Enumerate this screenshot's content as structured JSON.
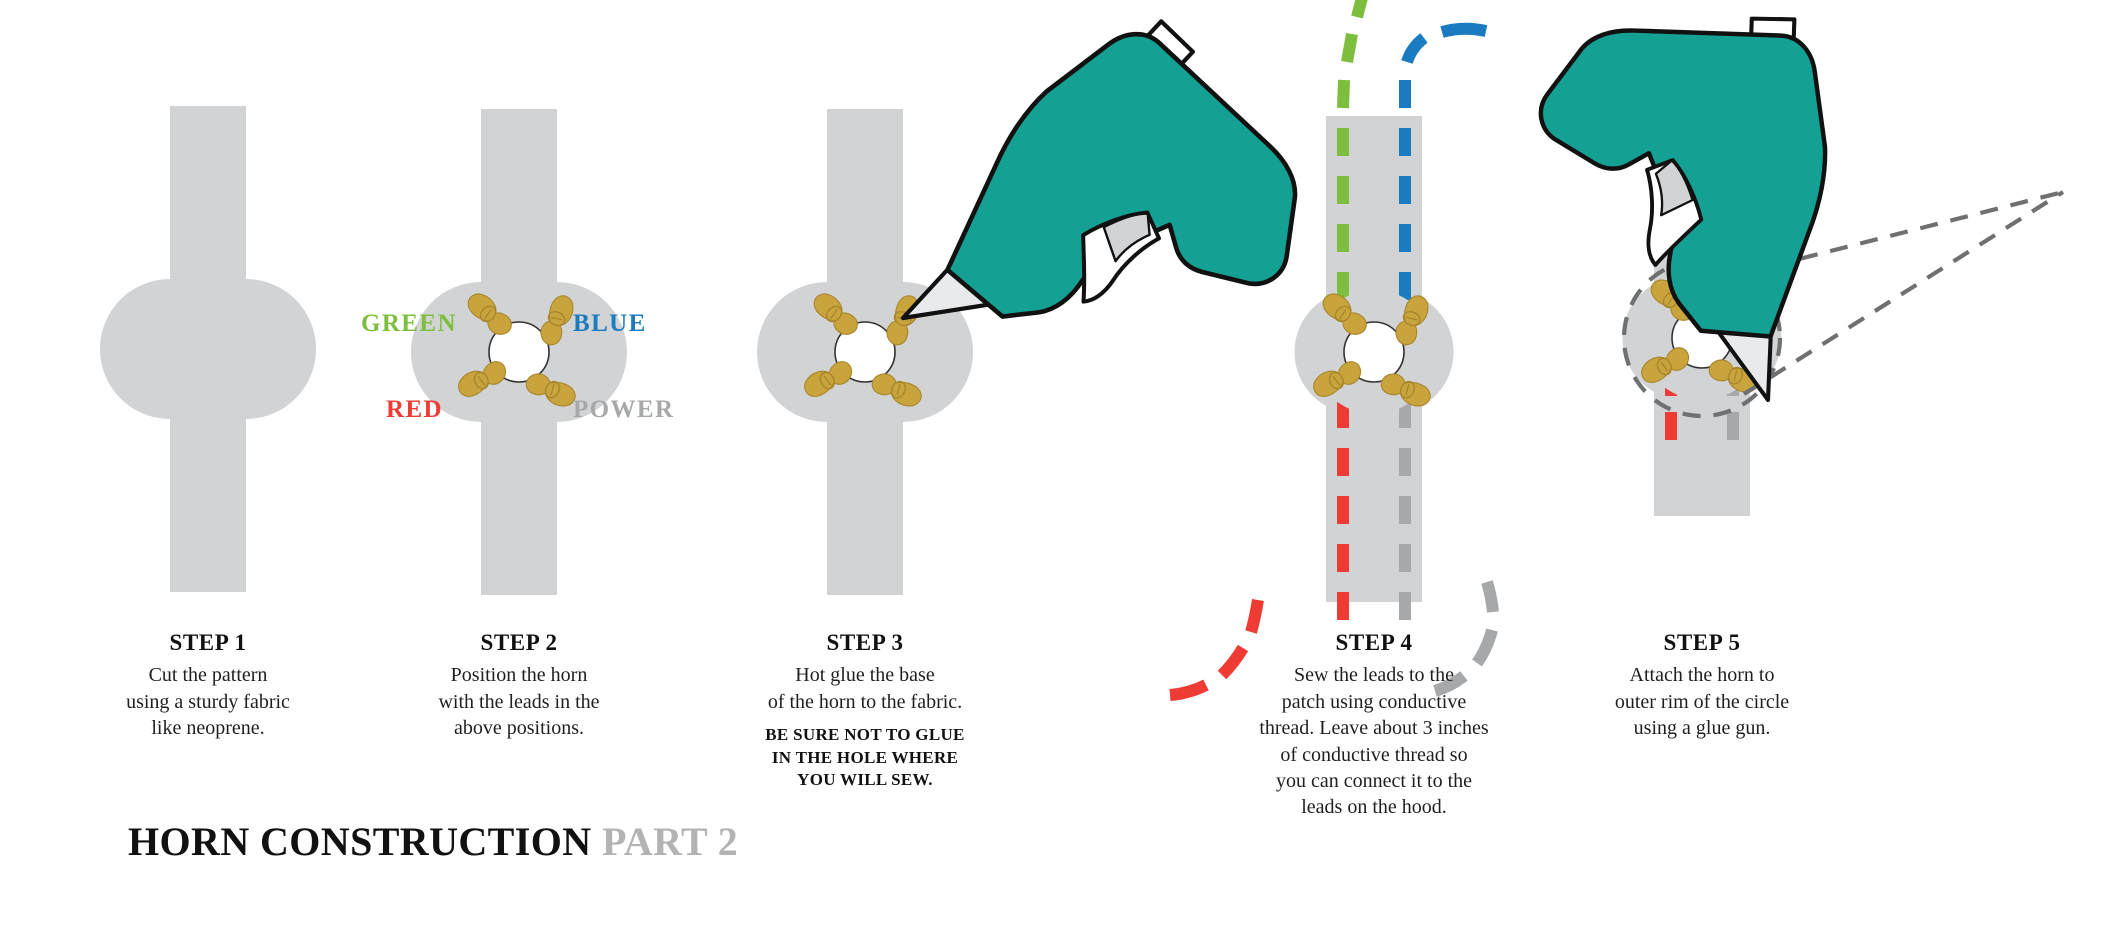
{
  "title": {
    "primary": "HORN CONSTRUCTION",
    "secondary": "PART 2"
  },
  "colors": {
    "fabric_gray": "#d2d3d4",
    "glue_gun_teal": "#14a193",
    "nozzle_gray": "#e8eaec",
    "pad_gold": "#c9a43c",
    "thread_green": "#7dbe3e",
    "thread_blue": "#1a7bc0",
    "thread_red": "#ee3b33",
    "thread_gray": "#a6a8aa",
    "callout_dash": "#6e7072",
    "outline_black": "#111111",
    "title_secondary": "#b3b3b3"
  },
  "lead_labels": [
    {
      "id": "green",
      "text": "GREEN",
      "color": "#7dbe3e"
    },
    {
      "id": "blue",
      "text": "BLUE",
      "color": "#1a7bc0"
    },
    {
      "id": "red",
      "text": "RED",
      "color": "#ee3b33"
    },
    {
      "id": "power",
      "text": "POWER",
      "color": "#a6a8aa"
    }
  ],
  "steps": [
    {
      "id": "step-1",
      "title": "STEP 1",
      "body": "Cut the pattern\nusing a sturdy fabric\nlike neoprene.",
      "warning": ""
    },
    {
      "id": "step-2",
      "title": "STEP 2",
      "body": "Position the horn\nwith the leads in the\nabove positions.",
      "warning": ""
    },
    {
      "id": "step-3",
      "title": "STEP 3",
      "body": "Hot glue the base\nof the horn to the fabric.",
      "warning": "BE SURE NOT TO GLUE\nIN THE HOLE WHERE\nYOU WILL SEW."
    },
    {
      "id": "step-4",
      "title": "STEP 4",
      "body": "Sew the leads to the\npatch using conductive\nthread. Leave about 3 inches\nof conductive thread so\nyou can connect it to the\nleads on the hood.",
      "warning": ""
    },
    {
      "id": "step-5",
      "title": "STEP 5",
      "body": "Attach the horn to\nouter rim of the circle\nusing a glue gun.",
      "warning": ""
    }
  ],
  "graphics": {
    "fabric_strip_label": "neoprene fabric strip",
    "horn_label": "horn speaker with center sewing hole",
    "pad_label": "conductive solder pad",
    "glue_gun_label": "hot glue gun",
    "callout_label": "magnified detail callout"
  }
}
